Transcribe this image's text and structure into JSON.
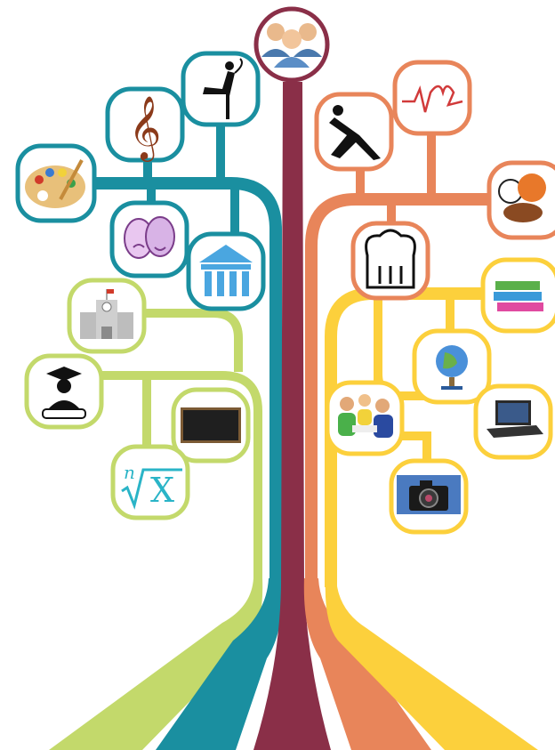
{
  "colors": {
    "people": "#8a2f48",
    "arts": "#1a8fa0",
    "education": "#c3d96b",
    "sport": "#e8855a",
    "leisure": "#fcd03c"
  },
  "nodes": [
    {
      "name": "people-icon",
      "branch": "people"
    },
    {
      "name": "ballet-dancer-icon",
      "branch": "arts"
    },
    {
      "name": "treble-clef-icon",
      "branch": "arts"
    },
    {
      "name": "paint-palette-icon",
      "branch": "arts"
    },
    {
      "name": "theater-masks-icon",
      "branch": "arts"
    },
    {
      "name": "museum-icon",
      "branch": "arts"
    },
    {
      "name": "school-building-icon",
      "branch": "education"
    },
    {
      "name": "graduate-icon",
      "branch": "education"
    },
    {
      "name": "blackboard-icon",
      "branch": "education"
    },
    {
      "name": "nth-root-x-icon",
      "branch": "education"
    },
    {
      "name": "yoga-pose-icon",
      "branch": "sport"
    },
    {
      "name": "heartbeat-icon",
      "branch": "sport"
    },
    {
      "name": "sports-balls-icon",
      "branch": "sport"
    },
    {
      "name": "chef-hat-icon",
      "branch": "sport"
    },
    {
      "name": "books-stack-icon",
      "branch": "leisure"
    },
    {
      "name": "globe-icon",
      "branch": "leisure"
    },
    {
      "name": "laptop-icon",
      "branch": "leisure"
    },
    {
      "name": "study-group-icon",
      "branch": "leisure"
    },
    {
      "name": "camera-icon",
      "branch": "leisure"
    }
  ],
  "formula": {
    "index": "n",
    "radicand": "X"
  }
}
